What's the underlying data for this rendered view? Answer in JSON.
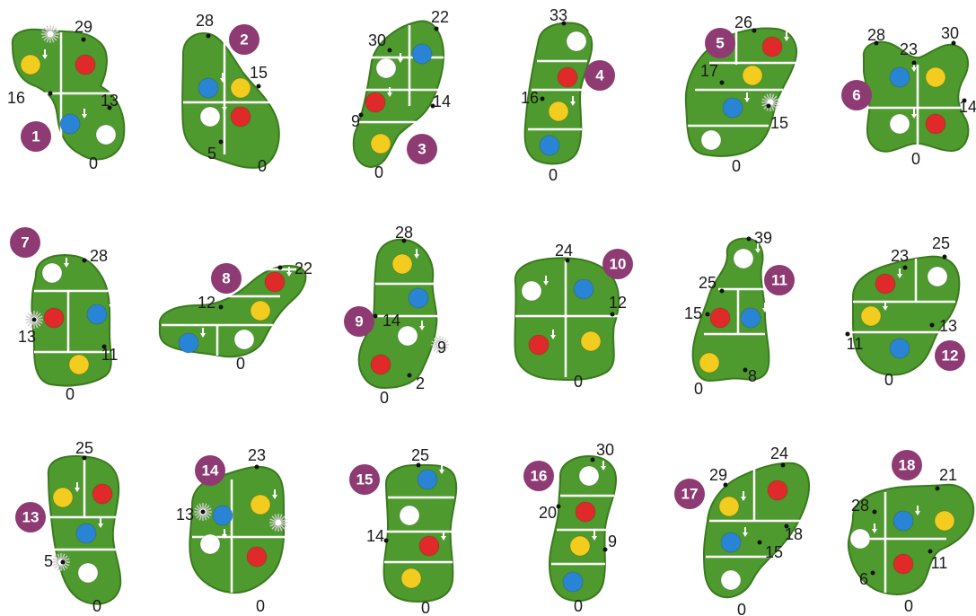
{
  "colors": {
    "green": "#4f9a2e",
    "green_edge": "#3a7a1e",
    "badge": "#8e3a73",
    "red": "#e02a2a",
    "yellow": "#f2cc1f",
    "blue": "#2a84d6",
    "white_pin": "#ffffff",
    "line": "#ffffff"
  },
  "greens": [
    {
      "hole": "1",
      "labels": [
        "29",
        "16",
        "13",
        "0"
      ]
    },
    {
      "hole": "2",
      "labels": [
        "28",
        "15",
        "5",
        "0"
      ]
    },
    {
      "hole": "3",
      "labels": [
        "30",
        "22",
        "9",
        "14",
        "0"
      ]
    },
    {
      "hole": "4",
      "labels": [
        "33",
        "16",
        "0"
      ]
    },
    {
      "hole": "5",
      "labels": [
        "26",
        "17",
        "15",
        "0"
      ]
    },
    {
      "hole": "6",
      "labels": [
        "28",
        "23",
        "30",
        "14",
        "0"
      ]
    },
    {
      "hole": "7",
      "labels": [
        "28",
        "13",
        "11",
        "0"
      ]
    },
    {
      "hole": "8",
      "labels": [
        "22",
        "12",
        "0"
      ]
    },
    {
      "hole": "9",
      "labels": [
        "28",
        "14",
        "9",
        "2",
        "0"
      ]
    },
    {
      "hole": "10",
      "labels": [
        "24",
        "12",
        "0"
      ]
    },
    {
      "hole": "11",
      "labels": [
        "39",
        "25",
        "15",
        "8",
        "0"
      ]
    },
    {
      "hole": "12",
      "labels": [
        "23",
        "25",
        "13",
        "11",
        "0"
      ]
    },
    {
      "hole": "13",
      "labels": [
        "25",
        "5",
        "0"
      ]
    },
    {
      "hole": "14",
      "labels": [
        "23",
        "13",
        "0"
      ]
    },
    {
      "hole": "15",
      "labels": [
        "25",
        "14",
        "0"
      ]
    },
    {
      "hole": "16",
      "labels": [
        "30",
        "20",
        "9",
        "0"
      ]
    },
    {
      "hole": "17",
      "labels": [
        "29",
        "24",
        "18",
        "15",
        "0"
      ]
    },
    {
      "hole": "18",
      "labels": [
        "28",
        "21",
        "11",
        "6",
        "0"
      ]
    }
  ]
}
